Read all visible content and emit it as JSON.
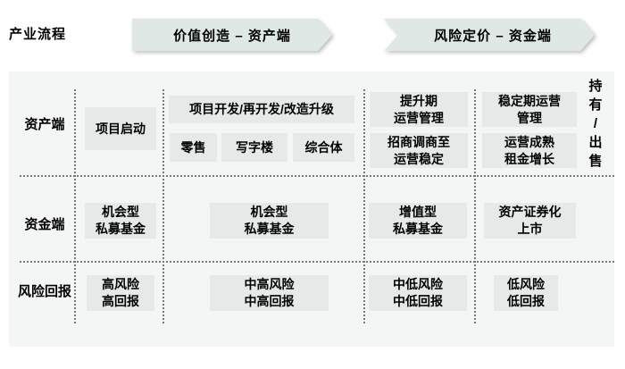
{
  "header": {
    "flow_label": "产业流程",
    "stages": [
      {
        "label": "价值创造 – 资产端"
      },
      {
        "label": "风险定价 – 资金端"
      }
    ]
  },
  "rows": {
    "assets_label": "资产端",
    "capital_label": "资金端",
    "risk_label": "风险回报"
  },
  "assets": {
    "launch": "项目启动",
    "development": "项目开发/再开发/改造升级",
    "retail": "零售",
    "office": "写字楼",
    "complex": "综合体",
    "uplift": [
      "提升期",
      "运营管理"
    ],
    "leasing": [
      "招商调商至",
      "运营稳定"
    ],
    "stable": [
      "稳定期运营",
      "管理"
    ],
    "mature": [
      "运营成熟",
      "租金增长"
    ],
    "hold_sell_chars": [
      "持",
      "有",
      "/",
      "出",
      "售"
    ]
  },
  "capital": {
    "opportunistic1": [
      "机会型",
      "私募基金"
    ],
    "opportunistic2": [
      "机会型",
      "私募基金"
    ],
    "value_add": [
      "增值型",
      "私募基金"
    ],
    "securitization": [
      "资产证券化",
      "上市"
    ]
  },
  "risk": {
    "high": [
      "高风险",
      "高回报"
    ],
    "mid_high": [
      "中高风险",
      "中高回报"
    ],
    "mid_low": [
      "中低风险",
      "中低回报"
    ],
    "low": [
      "低风险",
      "低回报"
    ]
  },
  "colors": {
    "panel_bg": "#f4f5f5",
    "box_bg": "#e5eae8",
    "arrow_bg": "#dfe8e5",
    "dotted_line": "#777777",
    "text": "#000000"
  }
}
